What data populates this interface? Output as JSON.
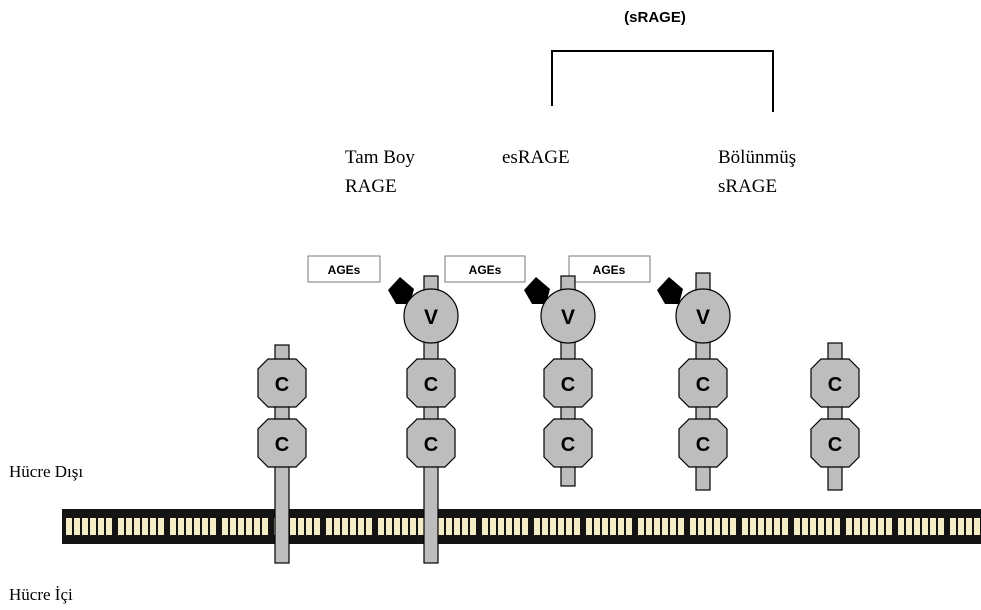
{
  "header": {
    "group_label": "(sRAGE)"
  },
  "receptors": {
    "full_length_label_line1": "Tam Boy",
    "full_length_label_line2": "RAGE",
    "esrage_label": "esRAGE",
    "cleaved_label_line1": "Bölünmüş",
    "cleaved_label_line2": "sRAGE"
  },
  "ligand": {
    "label": "AGEs"
  },
  "domains": {
    "v_label": "V",
    "c_label": "C"
  },
  "compartments": {
    "extracellular": "Hücre Dışı",
    "intracellular": "Hücre İçi"
  },
  "colors": {
    "domain_fill": "#bdbdbd",
    "stroke": "#000000",
    "membrane_dark": "#141414",
    "membrane_light": "#f3ecc4"
  }
}
